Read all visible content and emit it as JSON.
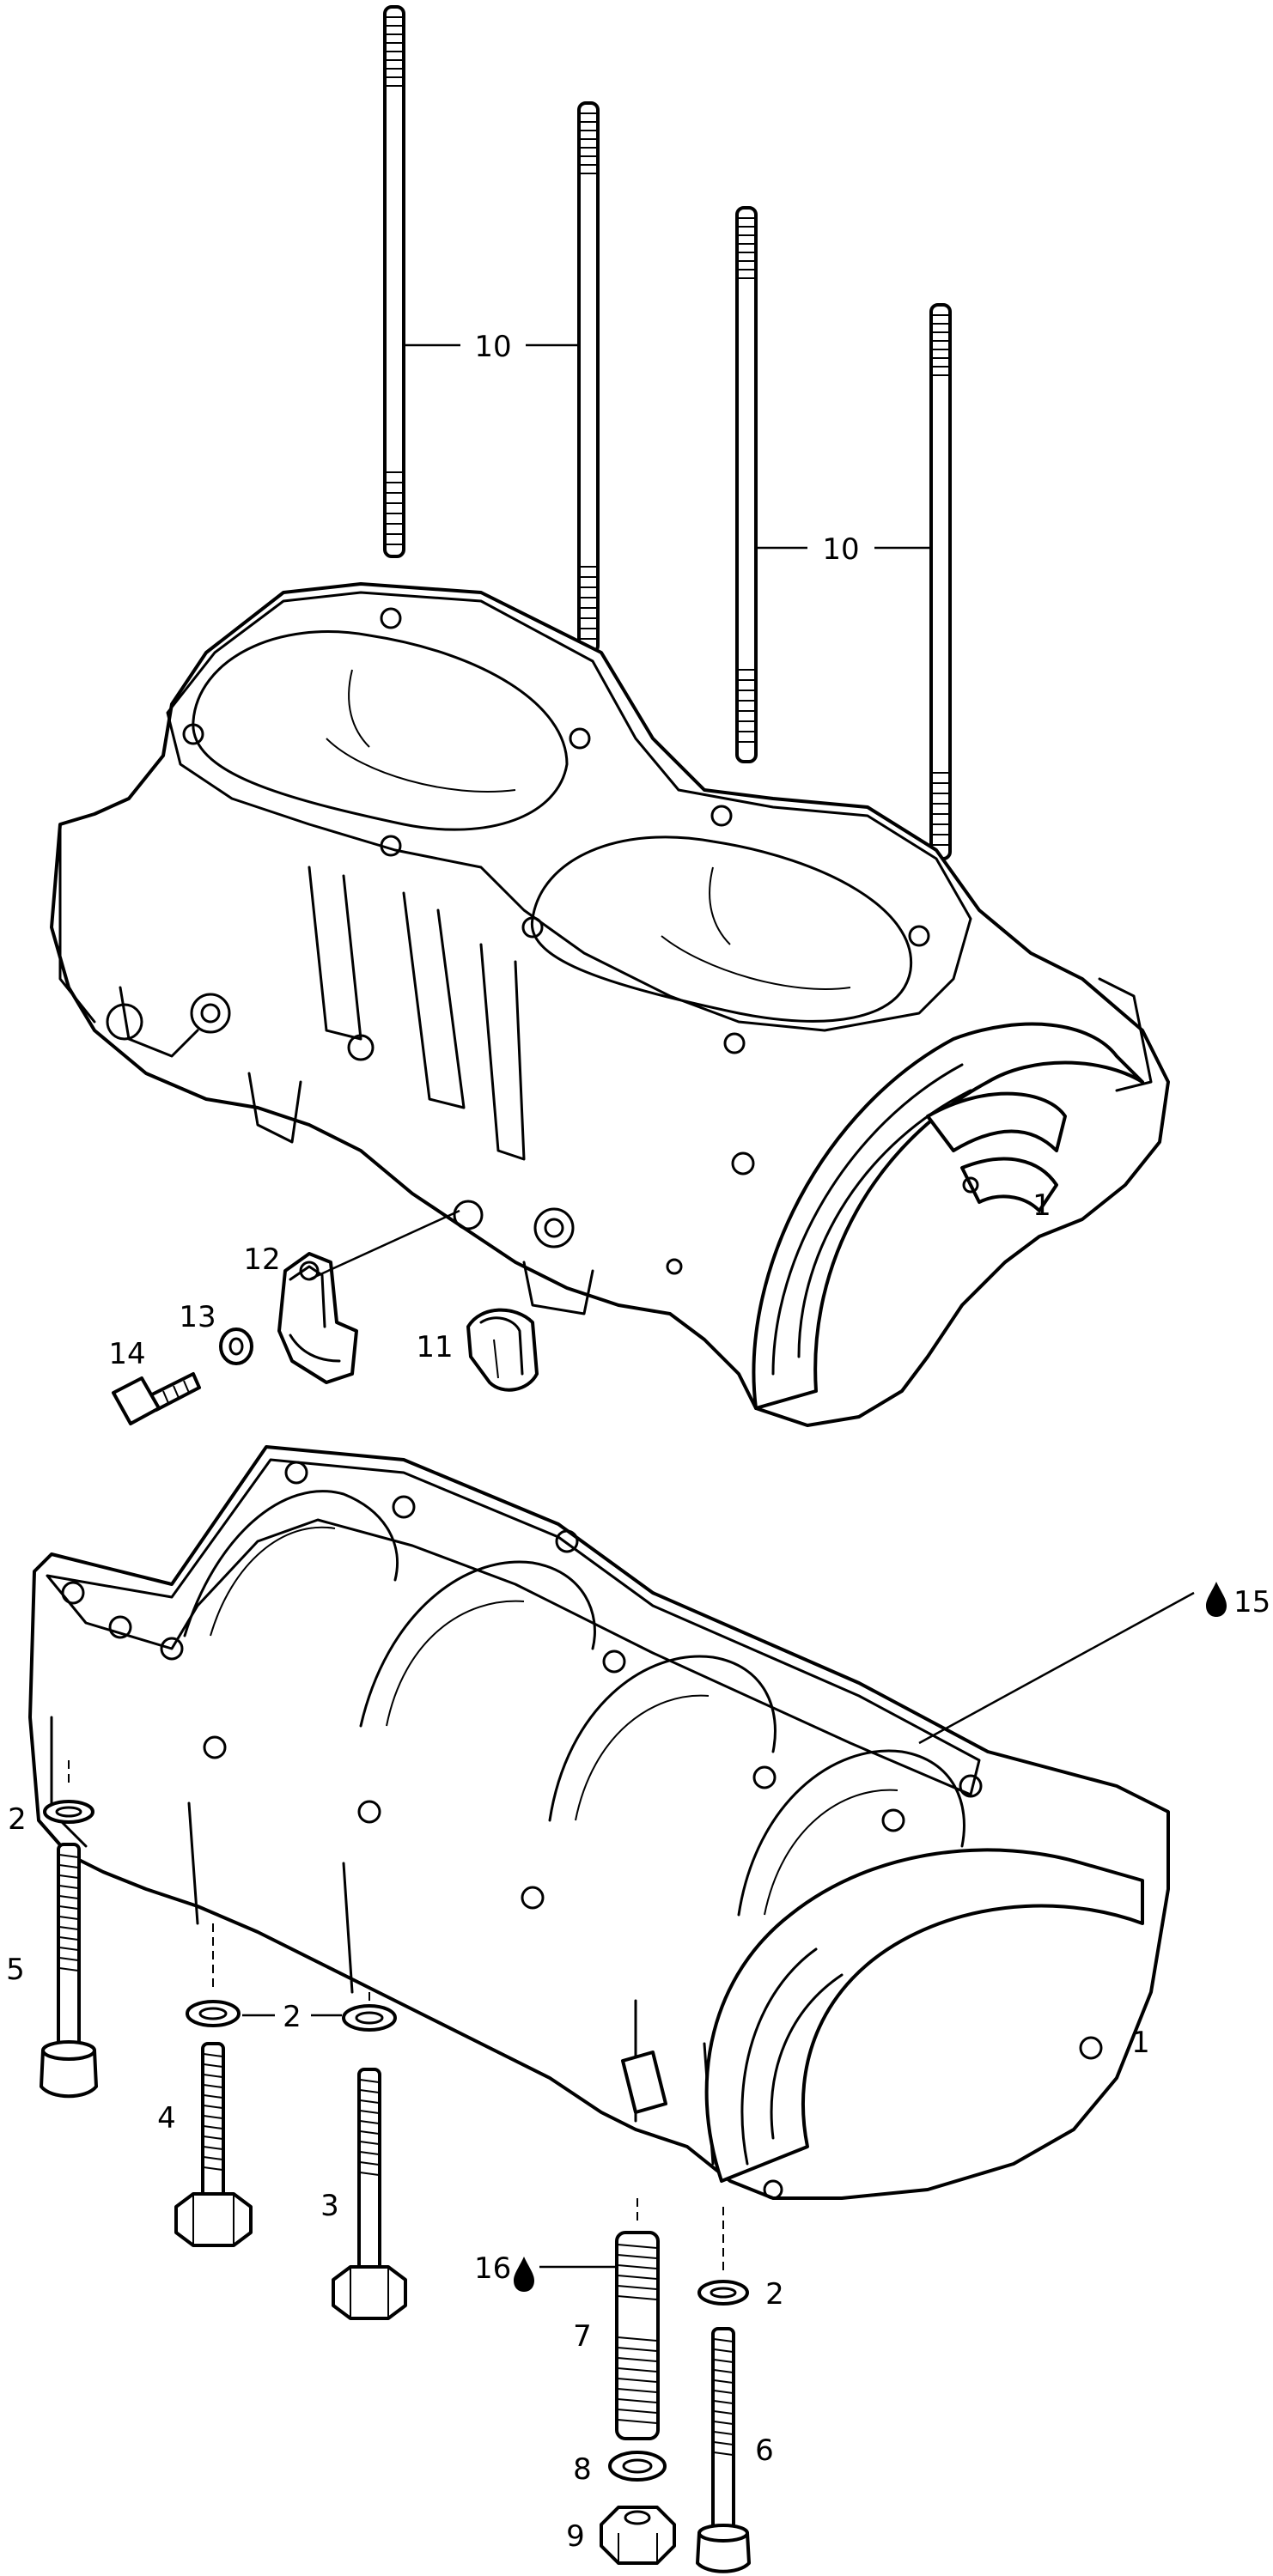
{
  "callouts": {
    "c1_upper": "1",
    "c1_lower": "1",
    "c2_left": "2",
    "c2_middle": "2",
    "c2_right": "2",
    "c3": "3",
    "c4": "4",
    "c5": "5",
    "c6": "6",
    "c7": "7",
    "c8": "8",
    "c9": "9",
    "c10_left": "10",
    "c10_right": "10",
    "c11": "11",
    "c12": "12",
    "c13": "13",
    "c14": "14",
    "c15": "15",
    "c16": "16"
  },
  "icons": {
    "sealant_drop": "oil-drop-icon"
  }
}
